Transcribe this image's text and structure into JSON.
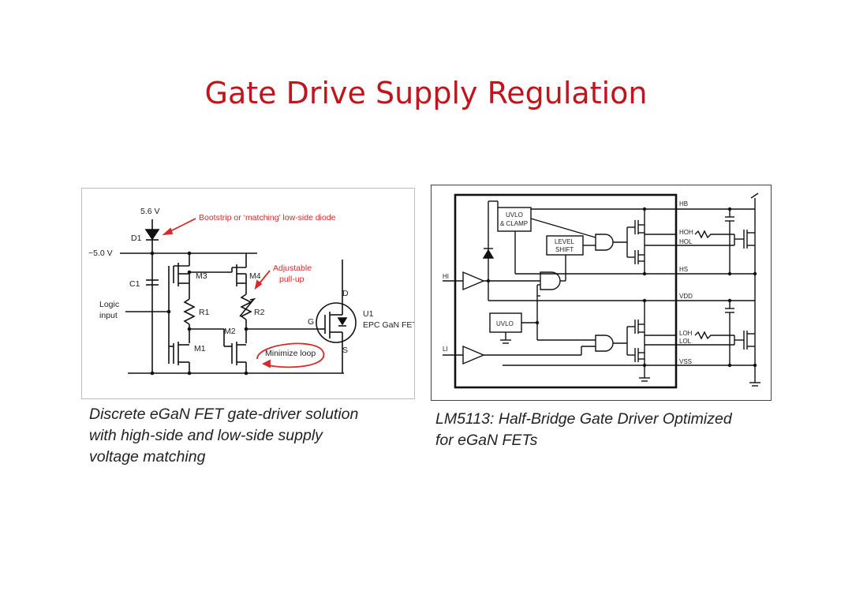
{
  "title": "Gate Drive Supply Regulation",
  "accent_color": "#c0151c",
  "left_diagram": {
    "labels": {
      "v56": "5.6 V",
      "d1": "D1",
      "v50": "~5.0 V",
      "c1": "C1",
      "logic1": "Logic",
      "logic2": "input",
      "m3": "M3",
      "m4": "M4",
      "r1": "R1",
      "r2": "R2",
      "m2": "M2",
      "m1": "M1",
      "g": "G",
      "d": "D",
      "s": "S",
      "u1": "U1",
      "epc": "EPC GaN FET"
    },
    "annotations": {
      "bootstrip": "Bootstrip or ‘matching’ low-side diode",
      "adjustable1": "Adjustable",
      "adjustable2": "pull-up",
      "minimize": "Minimize loop"
    }
  },
  "left_caption": {
    "line1": "Discrete eGaN FET gate-driver solution",
    "line2": "with high-side and low-side supply",
    "line3": "voltage matching"
  },
  "right_diagram": {
    "blocks": {
      "uvlo_clamp1": "UVLO",
      "uvlo_clamp2": "& CLAMP",
      "level1": "LEVEL",
      "level2": "SHIFT",
      "uvlo": "UVLO"
    },
    "pins": {
      "hb": "HB",
      "hoh": "HOH",
      "hol": "HOL",
      "hs": "HS",
      "hi": "HI",
      "vdd": "VDD",
      "loh": "LOH",
      "lol": "LOL",
      "li": "LI",
      "vss": "VSS"
    }
  },
  "right_caption": {
    "line1": "LM5113: Half-Bridge Gate Driver Optimized",
    "line2": "for eGaN FETs"
  }
}
